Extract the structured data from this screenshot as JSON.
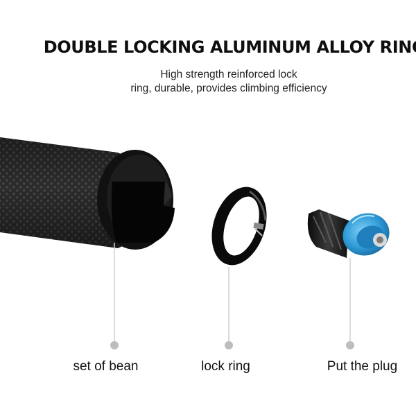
{
  "title": "DOUBLE LOCKING ALUMINUM ALLOY RING",
  "subtitle": {
    "line1": "High strength reinforced lock",
    "line2": "ring, durable, provides climbing efficiency"
  },
  "parts": [
    {
      "label": "set of bean"
    },
    {
      "label": "lock ring"
    },
    {
      "label": "Put the plug"
    }
  ],
  "colors": {
    "grip": "#2a2a2a",
    "cap_blue": "#2f9bd8",
    "guide_line": "#cfcfcf",
    "guide_dot": "#bdbdbd"
  }
}
